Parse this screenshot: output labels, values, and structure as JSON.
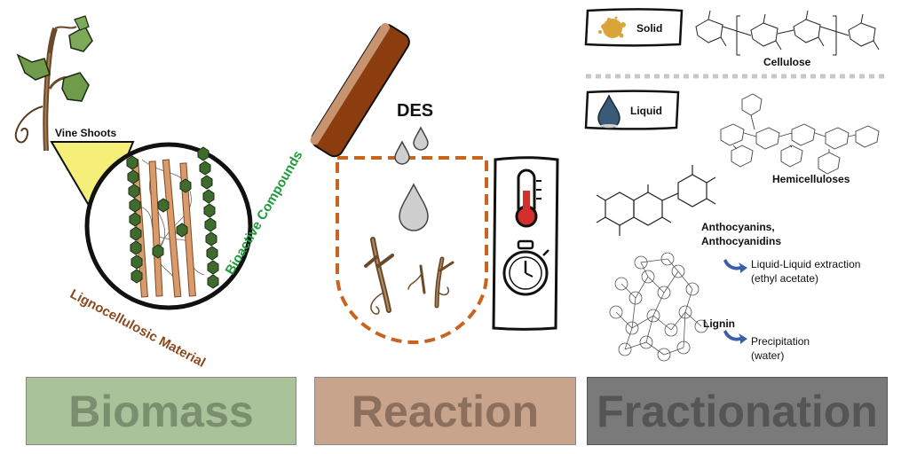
{
  "biomass": {
    "vine_shoots_label": "Vine Shoots",
    "lignocellulosic_label": "Lignocellulosic Material",
    "bioactive_label": "Bioactive Compounds",
    "stage_label": "Biomass",
    "stage_bg": "#a9c29a",
    "stage_text": "#7a8f6e"
  },
  "reaction": {
    "des_label": "DES",
    "stage_label": "Reaction",
    "stage_bg": "#c9a48c",
    "stage_text": "#8c6f5d",
    "icons": [
      "thermometer-icon",
      "stopwatch-icon"
    ]
  },
  "fractionation": {
    "solid_label": "Solid",
    "liquid_label": "Liquid",
    "cellulose_label": "Cellulose",
    "hemicelluloses_label": "Hemicelluloses",
    "anthocyanins_line1": "Anthocyanins,",
    "anthocyanins_line2": "Anthocyanidins",
    "lle_line1": "Liquid-Liquid extraction",
    "lle_line2": "(ethyl acetate)",
    "lignin_label": "Lignin",
    "precip_line1": "Precipitation",
    "precip_line2": "(water)",
    "stage_label": "Fractionation",
    "stage_bg": "#7a7a7a",
    "stage_text": "#555555"
  },
  "colors": {
    "brown": "#7b3b12",
    "dashed_orange": "#c8641e",
    "hex_green": "#3f6b2e",
    "fiber": "#c98a5a",
    "arrow_blue": "#3a5fa8"
  }
}
